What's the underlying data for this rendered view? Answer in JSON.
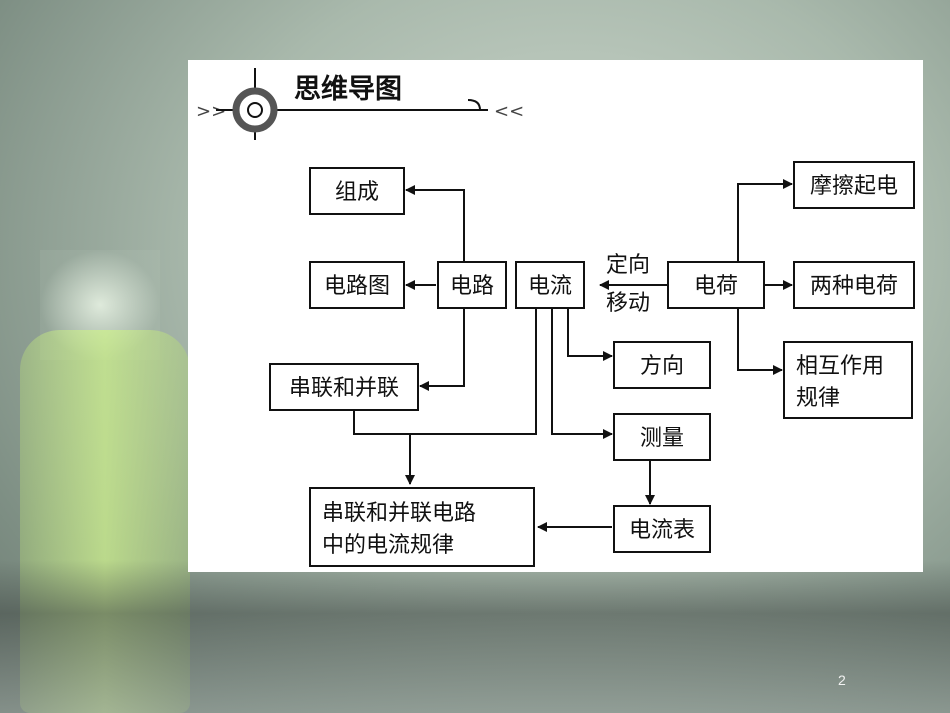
{
  "header": {
    "title": "思维导图",
    "left_deco": ">>",
    "right_deco": "<<"
  },
  "nodes": {
    "zucheng": "组成",
    "dianlutu": "电路图",
    "dianlu": "电路",
    "dianliu": "电流",
    "dianhe": "电荷",
    "mocaqidian": "摩擦起电",
    "liangzhongdianhe": "两种电荷",
    "xianghu_line1": "相互作用",
    "xianghu_line2": "规律",
    "chuanlian": "串联和并联",
    "fangxiang": "方向",
    "celiang": "测量",
    "dianliubiao": "电流表",
    "guilv_line1": "串联和并联电路",
    "guilv_line2": "中的电流规律"
  },
  "edge_labels": {
    "dingxiang": "定向",
    "yidong": "移动"
  },
  "page": {
    "number": "2"
  }
}
